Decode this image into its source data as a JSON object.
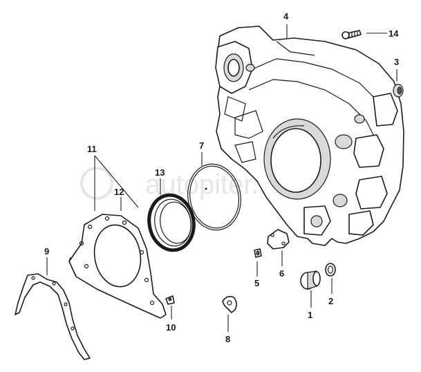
{
  "watermark": "autopiter.ru",
  "callouts": [
    {
      "id": "p1",
      "label": "1"
    },
    {
      "id": "p2",
      "label": "2"
    },
    {
      "id": "p3",
      "label": "3"
    },
    {
      "id": "p4",
      "label": "4"
    },
    {
      "id": "p5",
      "label": "5"
    },
    {
      "id": "p6",
      "label": "6"
    },
    {
      "id": "p7",
      "label": "7"
    },
    {
      "id": "p8",
      "label": "8"
    },
    {
      "id": "p9",
      "label": "9"
    },
    {
      "id": "p10",
      "label": "10"
    },
    {
      "id": "p11",
      "label": "11"
    },
    {
      "id": "p12",
      "label": "12"
    },
    {
      "id": "p13",
      "label": "13"
    },
    {
      "id": "p14",
      "label": "14"
    }
  ]
}
